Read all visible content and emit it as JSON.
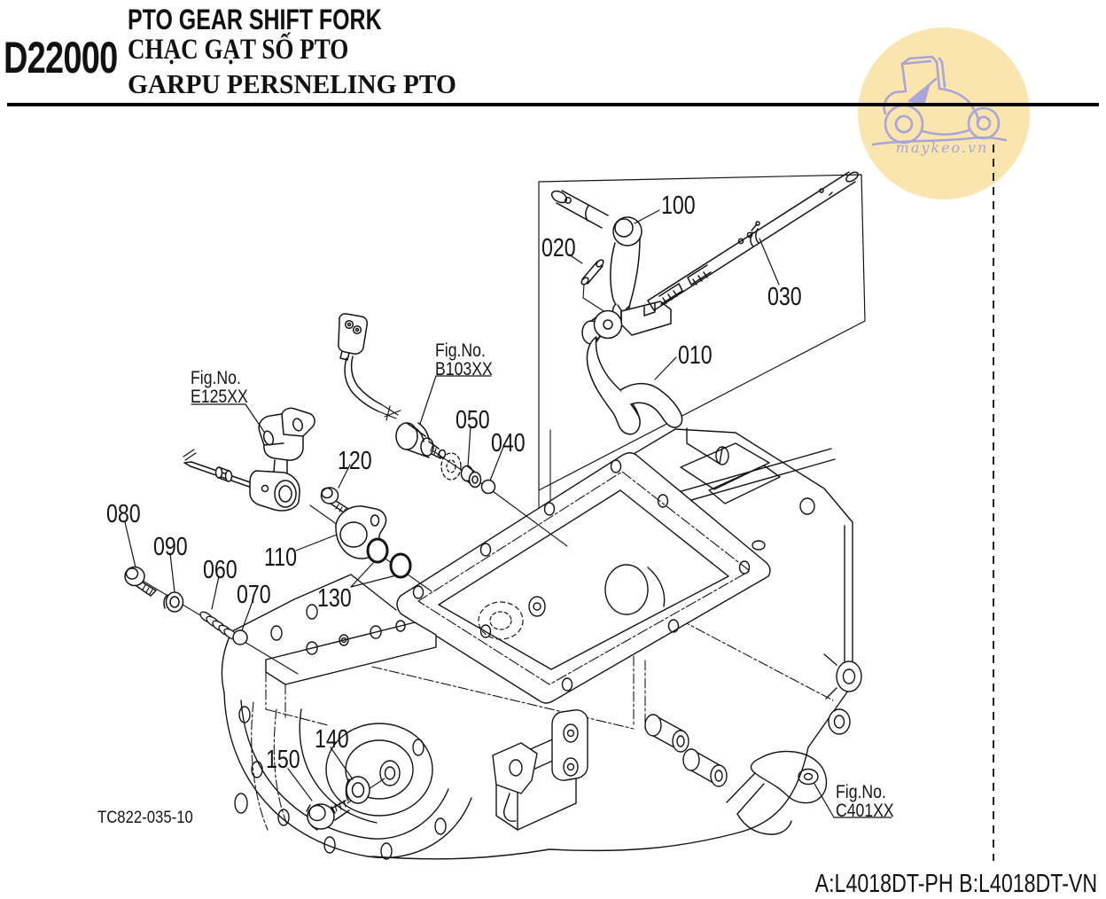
{
  "header": {
    "section_code": "D22000",
    "title_en": "PTO GEAR SHIFT FORK",
    "title_vi": "CHẠC GẠT SỐ PTO",
    "title_id": "GARPU PERSNELING PTO"
  },
  "watermark": {
    "site": "maykeo.vn"
  },
  "colors": {
    "line": "#141414",
    "watermark_bg": "#FBE5AE",
    "watermark_line": "#A9A5D9"
  },
  "diagram": {
    "drawing_number": "TC822-035-10",
    "applicability": "A:L4018DT-PH B:L4018DT-VN",
    "part_labels": [
      {
        "text": "100"
      },
      {
        "text": "020"
      },
      {
        "text": "030"
      },
      {
        "text": "010"
      },
      {
        "text": "050"
      },
      {
        "text": "040"
      },
      {
        "text": "120"
      },
      {
        "text": "080"
      },
      {
        "text": "090"
      },
      {
        "text": "110"
      },
      {
        "text": "060"
      },
      {
        "text": "070"
      },
      {
        "text": "130"
      },
      {
        "text": "140"
      },
      {
        "text": "150"
      }
    ],
    "fig_refs": [
      {
        "prefix": "Fig.No.",
        "code": "E125XX"
      },
      {
        "prefix": "Fig.No.",
        "code": "B103XX"
      },
      {
        "prefix": "Fig.No.",
        "code": "C401XX"
      }
    ]
  }
}
